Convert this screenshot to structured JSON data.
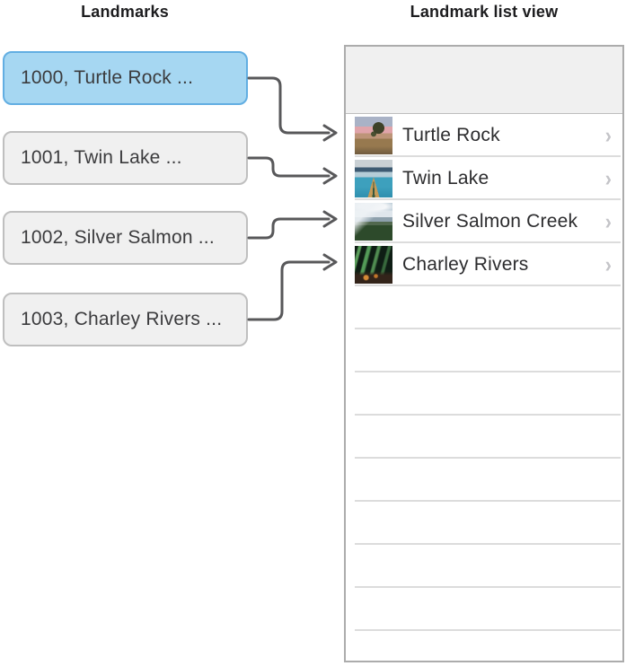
{
  "titles": {
    "left": "Landmarks",
    "right": "Landmark list view"
  },
  "data_boxes": [
    {
      "id": "1000",
      "label": "1000, Turtle Rock ...",
      "highlighted": true
    },
    {
      "id": "1001",
      "label": "1001, Twin Lake ...",
      "highlighted": false
    },
    {
      "id": "1002",
      "label": "1002, Silver Salmon ...",
      "highlighted": false
    },
    {
      "id": "1003",
      "label": "1003, Charley Rivers ...",
      "highlighted": false
    }
  ],
  "list_view": {
    "chevron_glyph": "›",
    "rows": [
      {
        "title": "Turtle Rock",
        "thumb_icon": "joshua-tree-sunset-photo",
        "thumb_css": "background: radial-gradient(circle at 63% 30%, #3d4128 0 16%, rgba(61,65,40,0) 17%), radial-gradient(circle at 50% 46%, #4a4f30 0 9%, rgba(74,79,48,0) 10%), linear-gradient(to bottom, #a9b2c6 0 26%, #e0a4aa 26% 44%, #bd9478 44% 58%, #97794f 58% 78%, #6f5a3e 100%);"
      },
      {
        "title": "Twin Lake",
        "thumb_icon": "canoe-lake-photo",
        "thumb_css": "background: conic-gradient(from 0deg at 50% 50%, rgba(0,0,0,0) 0 176deg, #37593f 176deg 184deg, rgba(0,0,0,0) 184deg), conic-gradient(from 0deg at 50% 46%, rgba(0,0,0,0) 0 164deg, #c59a58 164deg 196deg, rgba(0,0,0,0) 196deg), linear-gradient(to bottom, #c9d0d4 0 20%, #3d5a72 20% 32%, #b5cdd8 32% 46%, #3da0bd 46% 72%, #2f8fae 100%);"
      },
      {
        "title": "Silver Salmon Creek",
        "thumb_icon": "snowy-mountain-forest-photo",
        "thumb_css": "background: linear-gradient(135deg, rgba(238,242,245,0.9) 0 28%, rgba(238,242,245,0) 46%), radial-gradient(ellipse 60% 16% at 50% 10%, #f4f6f8 0 55%, rgba(244,246,248,0) 100%), linear-gradient(to bottom, #bfcfda 0 20%, #dfe6ec 20% 38%, #8da0ac 38% 50%, #51684e 50% 60%, #2d4a2b 60% 100%);"
      },
      {
        "title": "Charley Rivers",
        "thumb_icon": "aurora-cabin-photo",
        "thumb_css": "background: radial-gradient(circle at 30% 84%, #d58a36 0 5%, rgba(213,138,54,0) 8%), radial-gradient(circle at 56% 80%, #c2762a 0 4%, rgba(194,118,42,0) 7%), linear-gradient(to top, #33241a 0 22%, rgba(51,36,26,0) 32%), linear-gradient(105deg, rgba(0,0,0,0) 0 6%, rgba(124,214,122,0.7) 9% 13%, rgba(0,0,0,0) 16% 25%, rgba(106,197,110,0.75) 28% 33%, rgba(0,0,0,0) 37% 46%, rgba(124,214,122,0.6) 49% 53%, rgba(0,0,0,0) 57% 68%, rgba(96,180,100,0.5) 71% 75%, rgba(0,0,0,0) 78%), linear-gradient(to bottom, #0e1d14 0 60%, #1f2818 100%);"
      }
    ],
    "empty_row_count": 9
  },
  "colors": {
    "highlight_box_fill": "#a6d7f2",
    "highlight_box_border": "#62aee2",
    "box_fill": "#f0f0f0",
    "box_border": "#bfbfbf",
    "arrow": "#58585a",
    "panel_border": "#acacac",
    "header_fill": "#f0f0f0",
    "separator": "#dcdcdc",
    "chevron": "#c4c4c8",
    "title_text": "#1d1d1f",
    "row_text": "#2c2c2e"
  }
}
